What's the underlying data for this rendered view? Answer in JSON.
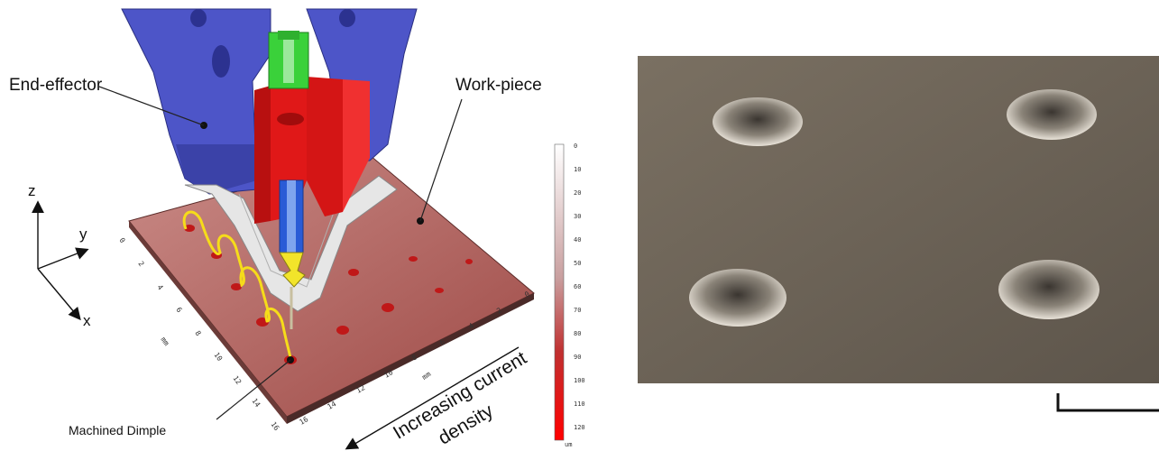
{
  "labels": {
    "end_effector": "End-effector",
    "work_piece": "Work-piece",
    "machined_dimple": "Machined Dimple",
    "increasing_density_line1": "Increasing current",
    "increasing_density_line2": "density"
  },
  "axes": {
    "z": "z",
    "y": "y",
    "x": "x"
  },
  "color_scale": {
    "ticks": [
      "0",
      "10",
      "20",
      "30",
      "40",
      "50",
      "60",
      "70",
      "80",
      "90",
      "100",
      "110",
      "120"
    ],
    "unit": "um"
  },
  "plate_ticks": {
    "left_edge": [
      "0",
      "2",
      "4",
      "6",
      "8",
      "10",
      "12",
      "14",
      "16"
    ],
    "front_edge": [
      "16",
      "14",
      "12",
      "10",
      "8",
      "6",
      "4",
      "2",
      "0"
    ],
    "left_unit": "mm",
    "front_unit": "mm"
  },
  "colors": {
    "end_effector": "#4d55c8",
    "tool_red": "#e01818",
    "tool_green": "#3ad13a",
    "tool_blue": "#2a5bd6",
    "tool_yellow": "#f2e42a",
    "workpiece": "#b46a66",
    "micrograph": "#6e6457"
  }
}
